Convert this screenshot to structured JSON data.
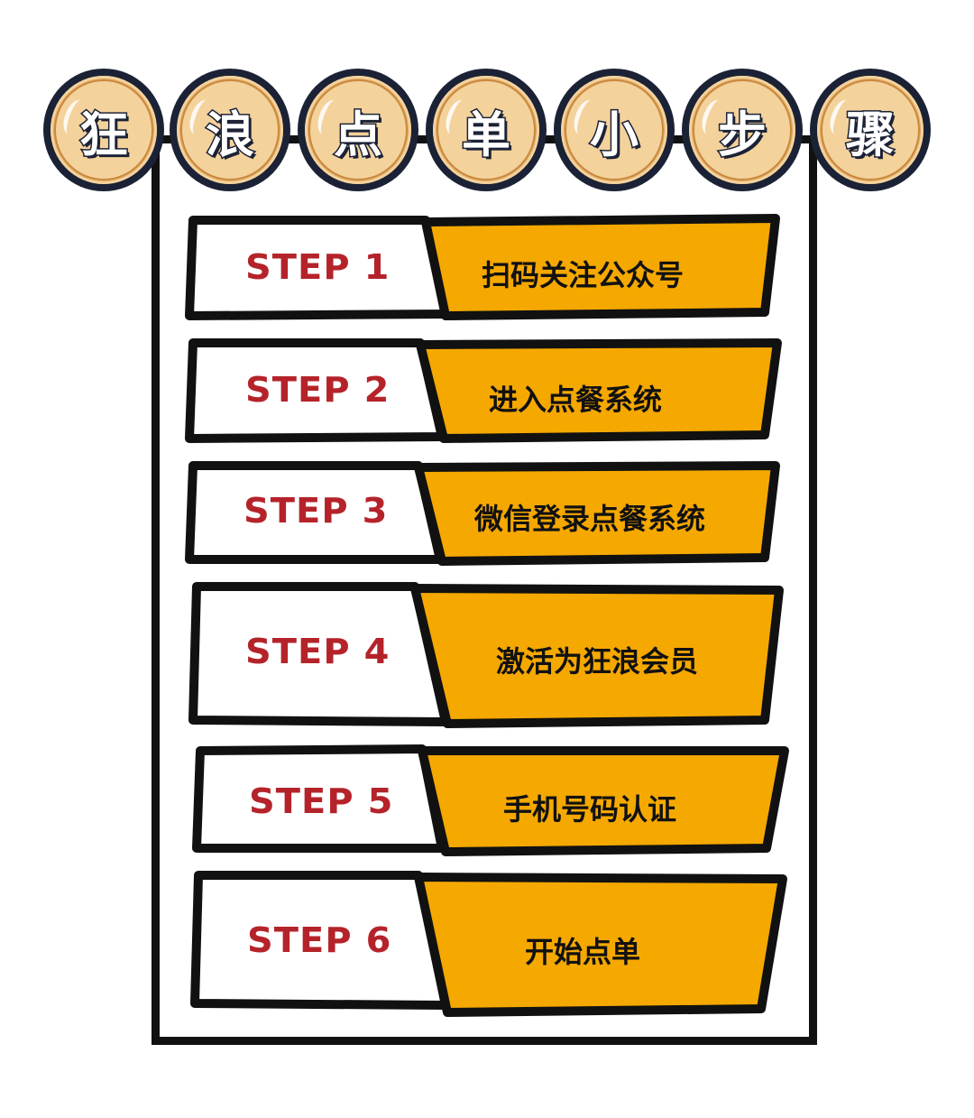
{
  "header": {
    "coins": [
      "狂",
      "浪",
      "点",
      "单",
      "小",
      "步",
      "骤"
    ]
  },
  "steps": [
    {
      "label": "STEP 1",
      "title": "扫码关注公众号"
    },
    {
      "label": "STEP 2",
      "title": "进入点餐系统"
    },
    {
      "label": "STEP 3",
      "title": "微信登录点餐系统"
    },
    {
      "label": "STEP 4",
      "title": "激活为狂浪会员"
    },
    {
      "label": "STEP 5",
      "title": "手机号码认证"
    },
    {
      "label": "STEP 6",
      "title": "开始点单"
    }
  ],
  "colors": {
    "accent": "#f5a800",
    "label_red": "#b5232a",
    "outline": "#111111",
    "coin_dark": "#1b2236",
    "coin_gold": "#f4d29c"
  }
}
